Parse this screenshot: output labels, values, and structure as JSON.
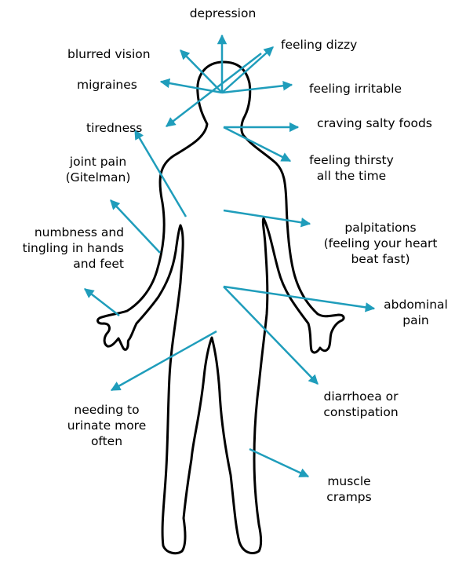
{
  "colors": {
    "arrow": "#1f9dbb",
    "outline": "#000000",
    "background": "#ffffff"
  },
  "symptoms": {
    "depression": [
      "depression"
    ],
    "blurred_vision": [
      "blurred vision"
    ],
    "feeling_dizzy": [
      "feeling dizzy"
    ],
    "migraines": [
      "migraines"
    ],
    "feeling_irritable": [
      "feeling irritable"
    ],
    "tiredness": [
      "tiredness"
    ],
    "craving_salty_foods": [
      "craving salty foods"
    ],
    "joint_pain": [
      "joint pain",
      "(Gitelman)"
    ],
    "feeling_thirsty": [
      "feeling thirsty",
      "all the time"
    ],
    "numbness": [
      "numbness and",
      "tingling in hands",
      "and feet"
    ],
    "palpitations": [
      "palpitations",
      "(feeling your heart",
      "beat fast)"
    ],
    "abdominal_pain": [
      "abdominal",
      "pain"
    ],
    "diarrhoea": [
      "diarrhoea or",
      "constipation"
    ],
    "urinate": [
      "needing to",
      "urinate more",
      "often"
    ],
    "muscle_cramps": [
      "muscle",
      "cramps"
    ]
  }
}
